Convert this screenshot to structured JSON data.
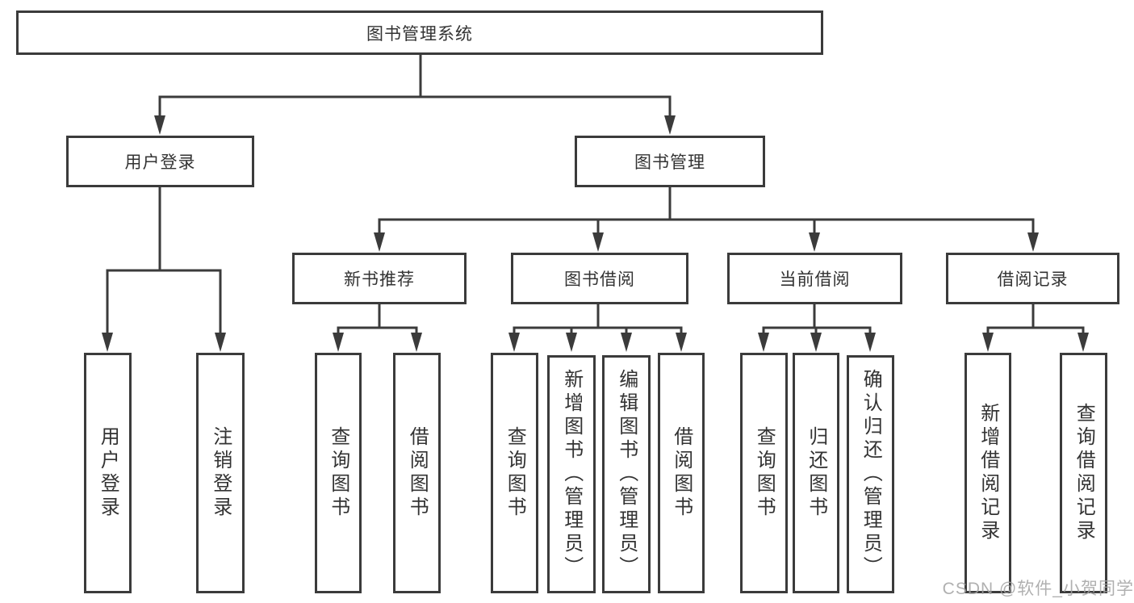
{
  "nodes": {
    "root": {
      "label": "图书管理系统"
    },
    "user_login": {
      "label": "用户登录"
    },
    "book_mgmt": {
      "label": "图书管理"
    },
    "new_book_rec": {
      "label": "新书推荐"
    },
    "book_borrow": {
      "label": "图书借阅"
    },
    "current_borrow": {
      "label": "当前借阅"
    },
    "borrow_record": {
      "label": "借阅记录"
    },
    "leaf_user_login": {
      "label": "用户登录"
    },
    "leaf_logout": {
      "label": "注销登录"
    },
    "leaf_nbr_query": {
      "label": "查询图书"
    },
    "leaf_nbr_borrow": {
      "label": "借阅图书"
    },
    "leaf_bb_query": {
      "label": "查询图书"
    },
    "leaf_bb_add": {
      "label": "新增图书（管理员）"
    },
    "leaf_bb_edit": {
      "label": "编辑图书（管理员）"
    },
    "leaf_bb_borrow": {
      "label": "借阅图书"
    },
    "leaf_cb_query": {
      "label": "查询图书"
    },
    "leaf_cb_return": {
      "label": "归还图书"
    },
    "leaf_cb_confirm": {
      "label": "确认归还（管理员）"
    },
    "leaf_br_add": {
      "label": "新增借阅记录"
    },
    "leaf_br_query": {
      "label": "查询借阅记录"
    }
  },
  "watermark": "CSDN @软件_小贺同学",
  "colors": {
    "line": "#3b3b3b",
    "text": "#333333",
    "watermark": "#a3a3a3",
    "background": "#ffffff"
  }
}
